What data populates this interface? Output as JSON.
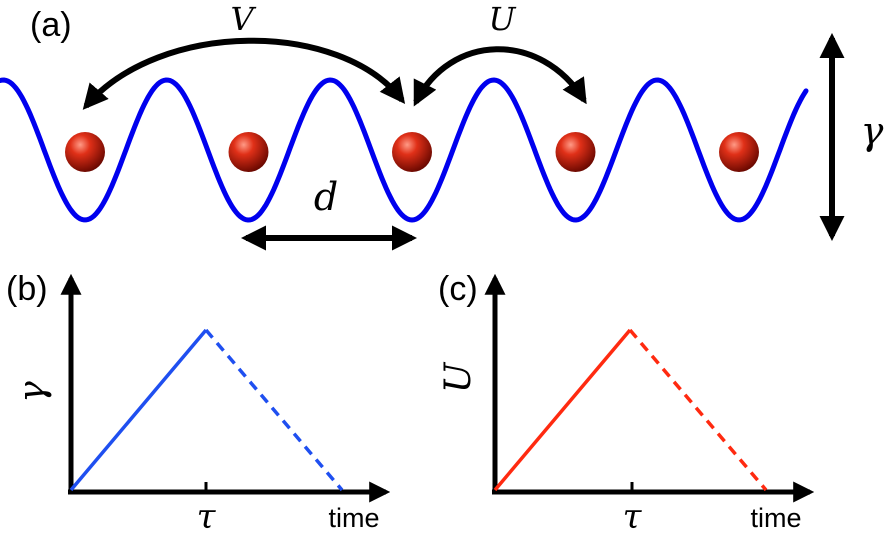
{
  "panels": {
    "a": {
      "label": "(a)",
      "hop_label": "V",
      "interaction_label": "U",
      "spacing_label": "d",
      "depth_label": "γ",
      "atom_count": 5
    },
    "b": {
      "label": "(b)",
      "y_label": "γ",
      "tick_label": "τ",
      "x_label": "time",
      "ramp_up": "solid",
      "ramp_down": "dashed"
    },
    "c": {
      "label": "(c)",
      "y_label": "U",
      "tick_label": "τ",
      "x_label": "time",
      "ramp_up": "solid",
      "ramp_down": "dashed"
    }
  },
  "colors": {
    "lattice": "#0000ee",
    "atom": "#c81808",
    "atom_highlight": "#ff9a86",
    "ramp_b": "#1f4ff0",
    "ramp_c": "#ff2a10",
    "arrows": "#000000"
  }
}
